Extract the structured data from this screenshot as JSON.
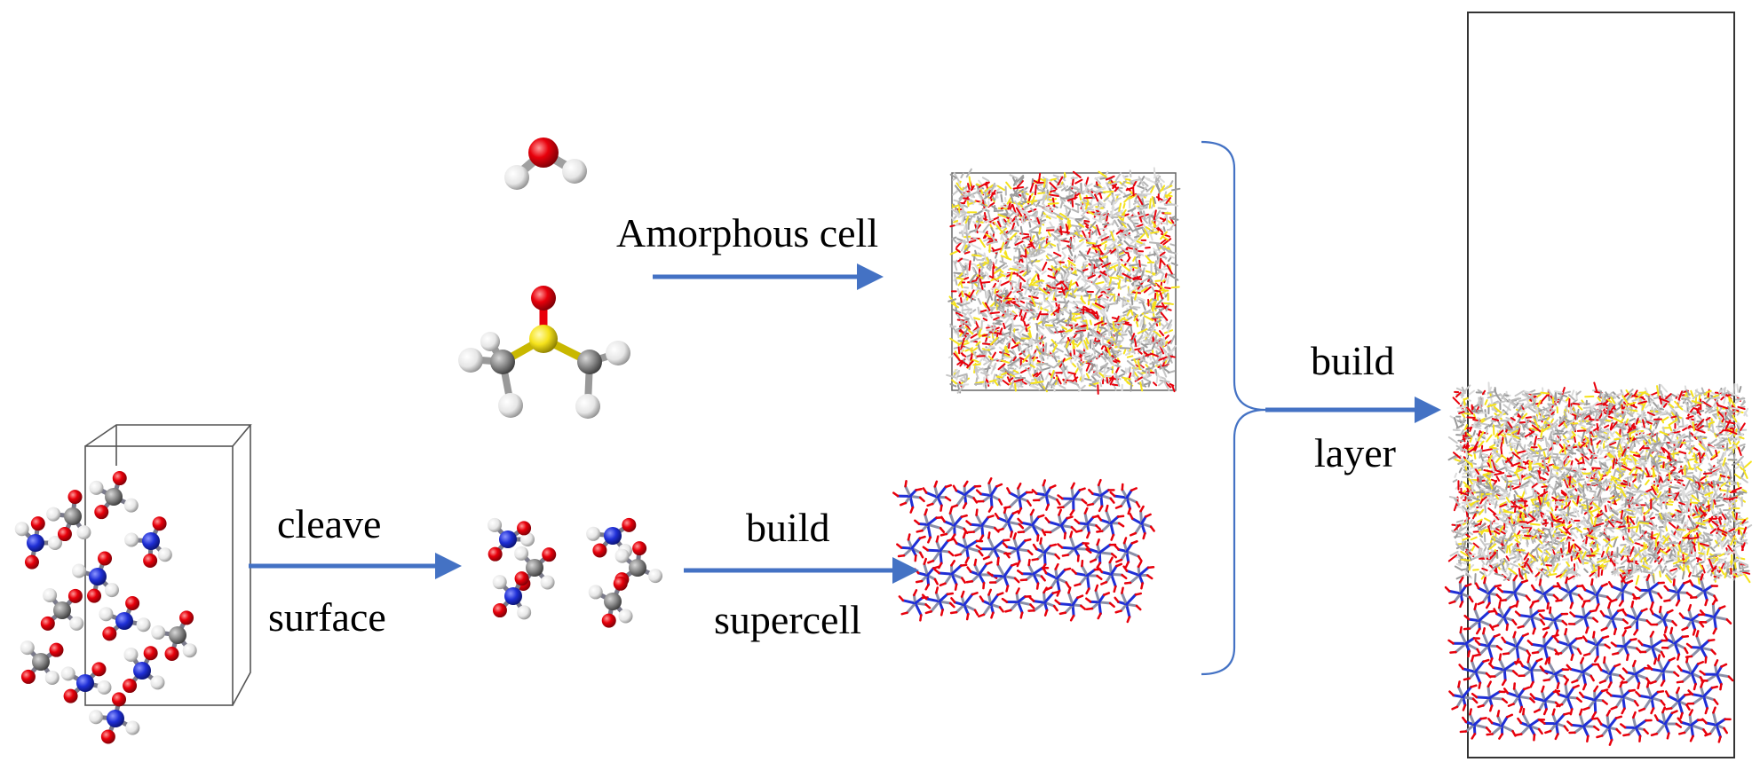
{
  "labels": {
    "amorphous_cell": "Amorphous cell",
    "cleave": "cleave",
    "surface": "surface",
    "build_supercell_top": "build",
    "build_supercell_bottom": "supercell",
    "build_layer_top": "build",
    "build_layer_bottom": "layer"
  },
  "colors": {
    "arrow": "#4472c4",
    "brace": "#4472c4",
    "box": "#000000",
    "oxygen": "#e8000b",
    "hydrogen": "#f2f2f2",
    "sulfur": "#f5e21b",
    "carbon": "#8c8c8c",
    "nitrogen": "#1f2fd6"
  },
  "molecules": [
    "water-molecule",
    "dmso-molecule",
    "hmx-crystal-unit-cell",
    "hmx-cleaved-surface",
    "hmx-supercell",
    "solvent-amorphous-cell",
    "layered-model-box"
  ]
}
